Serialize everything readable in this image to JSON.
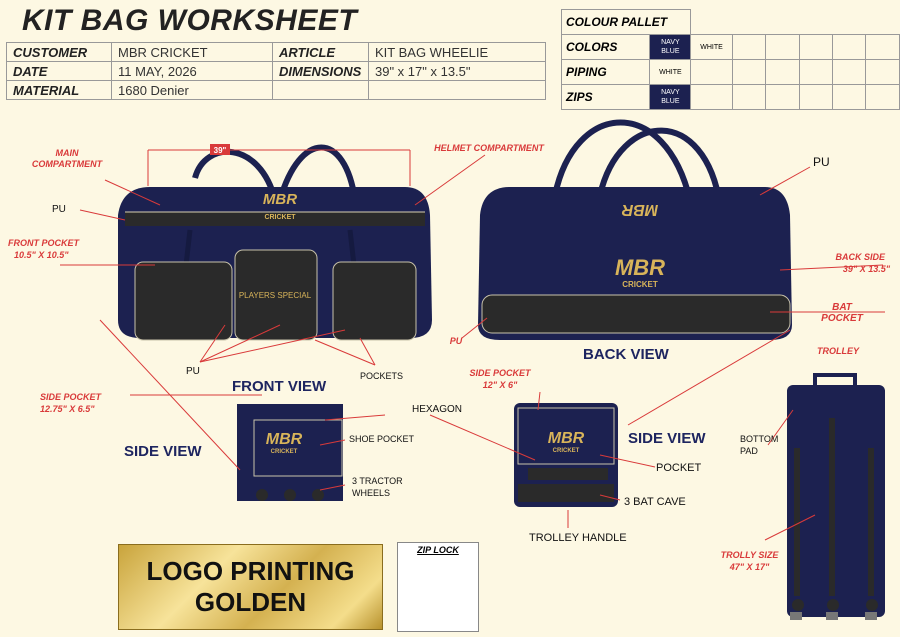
{
  "title": "KIT BAG WORKSHEET",
  "info": {
    "customer_label": "CUSTOMER",
    "customer": "MBR CRICKET",
    "article_label": "ARTICLE",
    "article": "KIT BAG WHEELIE",
    "date_label": "DATE",
    "date": "11 MAY, 2026",
    "dimensions_label": "DIMENSIONS",
    "dimensions": "39\" x 17\" x 13.5\"",
    "material_label": "MATERIAL",
    "material": "1680 Denier"
  },
  "palette": {
    "title": "COLOUR PALLET",
    "colors_label": "COLORS",
    "colors_1": "NAVY BLUE",
    "colors_2": "WHITE",
    "piping_label": "PIPING",
    "piping_1": "WHITE",
    "zips_label": "ZIPS",
    "zips_1": "NAVY BLUE"
  },
  "labels": {
    "main_compartment": "MAIN COMPARTMENT",
    "dim_39": "39\"",
    "helmet_compartment": "HELMET  COMPARTMENT",
    "pu_1": "PU",
    "front_pocket": "FRONT POCKET",
    "front_pocket_size": "10.5\" X 10.5\"",
    "pu_2": "PU",
    "pockets": "POCKETS",
    "front_view": "FRONT VIEW",
    "pu_back_top": "PU",
    "back_side": "BACK SIDE",
    "back_side_size": "39\" X 13.5\"",
    "bat_pocket": "BAT POCKET",
    "pu_back_bottom": "PU",
    "back_view": "BACK VIEW",
    "trolley": "TROLLEY",
    "side_pocket_left": "SIDE  POCKET",
    "side_pocket_left_size": "12.75\" X 6.5\"",
    "side_view_left": "SIDE VIEW",
    "hexagon": "HEXAGON",
    "shoe_pocket": "SHOE POCKET",
    "tractor_wheels": "3 TRACTOR WHEELS",
    "side_pocket_right": "SIDE  POCKET",
    "side_pocket_right_size": "12\" X 6\"",
    "side_view_right": "SIDE VIEW",
    "pocket": "POCKET",
    "bat_cave": "3 BAT CAVE",
    "trolley_handle": "TROLLEY HANDLE",
    "bottom_pad": "BOTTOM PAD",
    "trolly_size": "TROLLY SIZE",
    "trolly_size_dims": "47\" X 17\"",
    "zip_lock": "ZIP LOCK"
  },
  "logo": {
    "line1": "MBR",
    "line2": "CRICKET",
    "players": "PLAYERS SPECIAL",
    "back": "MBR CRICKET"
  },
  "logo_printing": {
    "line1": "LOGO PRINTING",
    "line2": "GOLDEN"
  },
  "colors": {
    "navy": "#1c2150",
    "pocket": "#2a2a2a",
    "gold": "#d8b45a",
    "label_red": "#d93a3a"
  }
}
